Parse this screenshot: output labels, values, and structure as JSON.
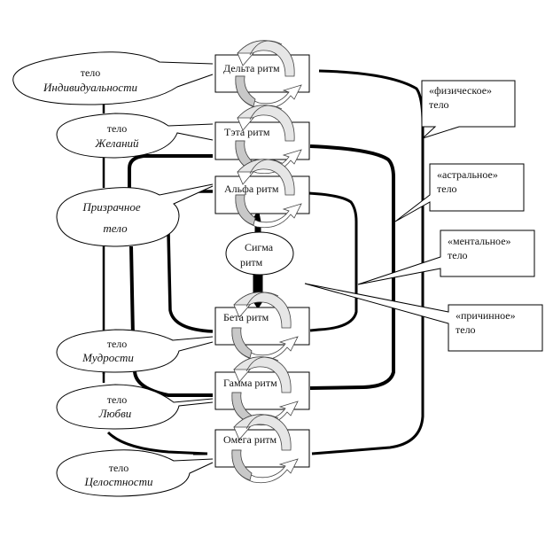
{
  "diagram": {
    "bodies": [
      {
        "id": "individuality",
        "line1": "тело",
        "line2": "Индивидуальности"
      },
      {
        "id": "desires",
        "line1": "тело",
        "line2": "Желаний"
      },
      {
        "id": "ghost",
        "line1": "Призрачное",
        "line2": "тело"
      },
      {
        "id": "wisdom",
        "line1": "тело",
        "line2": "Мудрости"
      },
      {
        "id": "love",
        "line1": "тело",
        "line2": "Любви"
      },
      {
        "id": "integrity",
        "line1": "тело",
        "line2": "Целостности"
      }
    ],
    "rhythms": [
      {
        "id": "delta",
        "label": "Дельта ритм"
      },
      {
        "id": "theta",
        "label": "Тэта ритм"
      },
      {
        "id": "alpha",
        "label": "Альфа ритм"
      },
      {
        "id": "beta",
        "label": "Бета ритм"
      },
      {
        "id": "gamma",
        "label": "Гамма ритм"
      },
      {
        "id": "omega",
        "label": "Омега ритм"
      }
    ],
    "sigma": {
      "line1": "Сигма",
      "line2": "ритм"
    },
    "callouts": [
      {
        "id": "physical",
        "line1": "«физическое»",
        "line2": "тело"
      },
      {
        "id": "astral",
        "line1": "«астральное»",
        "line2": "тело"
      },
      {
        "id": "mental",
        "line1": "«ментальное»",
        "line2": "тело"
      },
      {
        "id": "causal",
        "line1": "«причинное»",
        "line2": "тело"
      }
    ],
    "colors": {
      "stroke": "#000000",
      "arrow_fill_light": "#e0e0e0",
      "arrow_fill_dark": "#c0c0c0",
      "background": "#ffffff"
    }
  }
}
